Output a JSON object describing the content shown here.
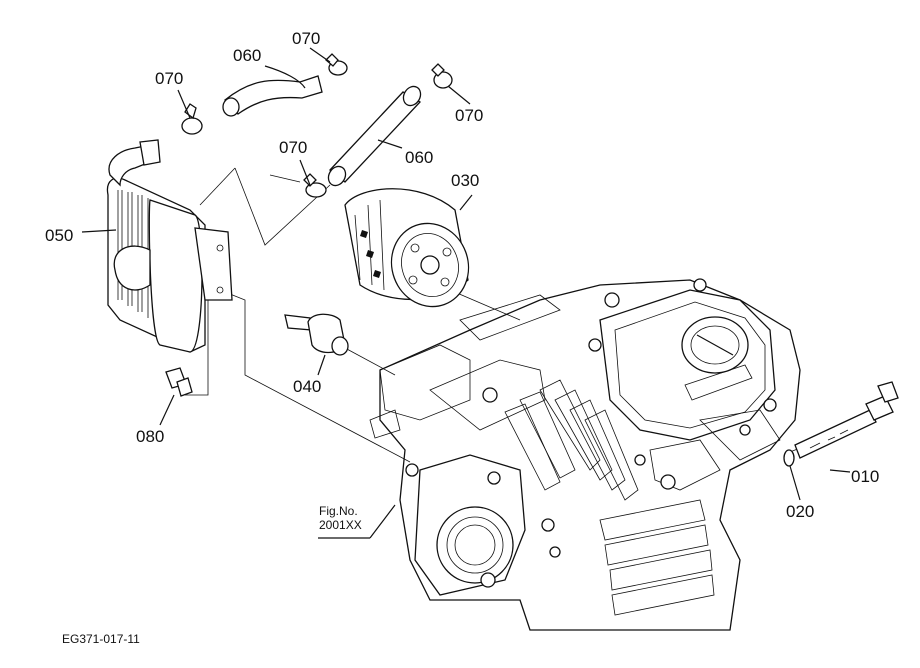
{
  "callouts": {
    "c010": "010",
    "c020": "020",
    "c030": "030",
    "c040": "040",
    "c050": "050",
    "c060_top": "060",
    "c060_right": "060",
    "c070_topleft": "070",
    "c070_top": "070",
    "c070_right": "070",
    "c070_mid": "070",
    "c080": "080"
  },
  "figure_ref": {
    "line1": "Fig.No.",
    "line2": "2001XX"
  },
  "drawing_id": "EG371-017-11"
}
